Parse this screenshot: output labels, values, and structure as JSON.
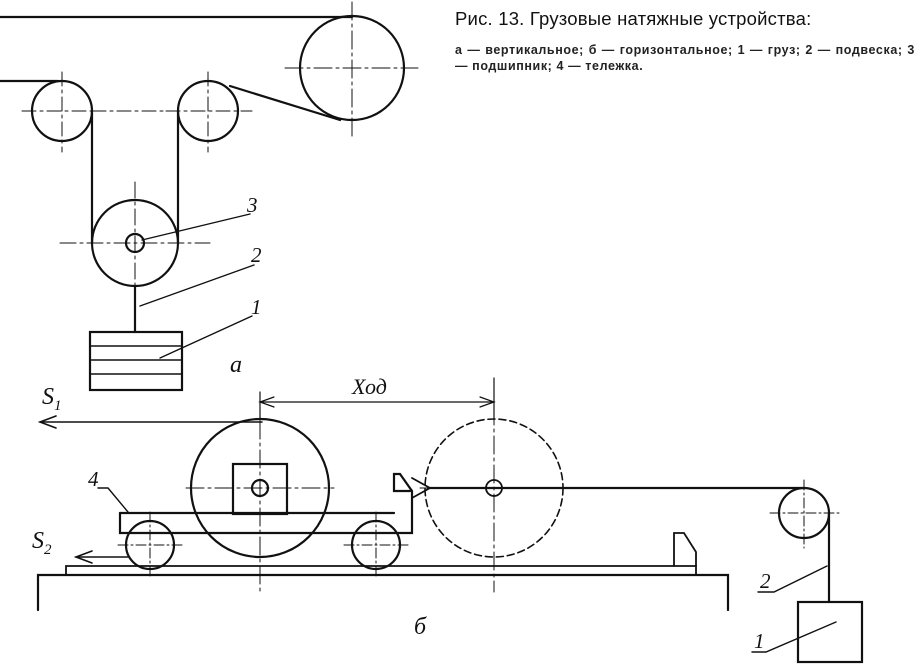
{
  "caption": {
    "title": "Рис. 13. Грузовые натяжные устройства:",
    "legend": "а — вертикальное;  б — горизонтальное;  1 — груз;  2 — подвеска;  3 — подшипник;  4 — тележка."
  },
  "labels": {
    "vertical": {
      "view": "а",
      "bearing": "3",
      "hanger": "2",
      "weight": "1"
    },
    "horizontal": {
      "view": "б",
      "s1": "S",
      "s1_sub": "1",
      "s2": "S",
      "s2_sub": "2",
      "travel": "Ход",
      "cart": "4",
      "hanger": "2",
      "weight": "1"
    }
  }
}
